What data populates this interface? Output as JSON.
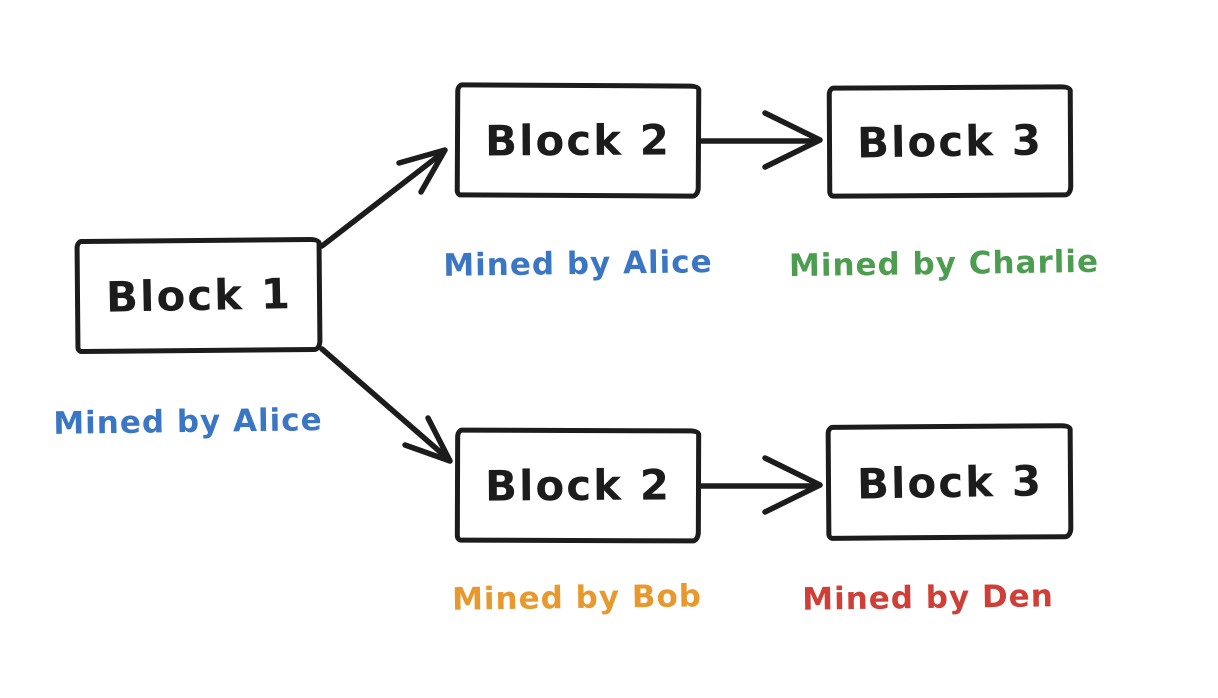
{
  "diagram": {
    "title": "blockchain-fork-diagram",
    "background_color": "#ffffff",
    "stroke_color": "#1c1c1c",
    "nodes": [
      {
        "id": "block1",
        "label": "Block 1",
        "miner_label": "Mined by Alice",
        "miner_color": "#3a76c4"
      },
      {
        "id": "block2-top",
        "label": "Block 2",
        "miner_label": "Mined by Alice",
        "miner_color": "#3a76c4"
      },
      {
        "id": "block3-top",
        "label": "Block 3",
        "miner_label": "Mined by Charlie",
        "miner_color": "#4d9d50"
      },
      {
        "id": "block2-bottom",
        "label": "Block 2",
        "miner_label": "Mined by Bob",
        "miner_color": "#e8992e"
      },
      {
        "id": "block3-bottom",
        "label": "Block 3",
        "miner_label": "Mined by Den",
        "miner_color": "#cf3f38"
      }
    ],
    "edges": [
      {
        "from": "block1",
        "to": "block2-top"
      },
      {
        "from": "block1",
        "to": "block2-bottom"
      },
      {
        "from": "block2-top",
        "to": "block3-top"
      },
      {
        "from": "block2-bottom",
        "to": "block3-bottom"
      }
    ]
  }
}
